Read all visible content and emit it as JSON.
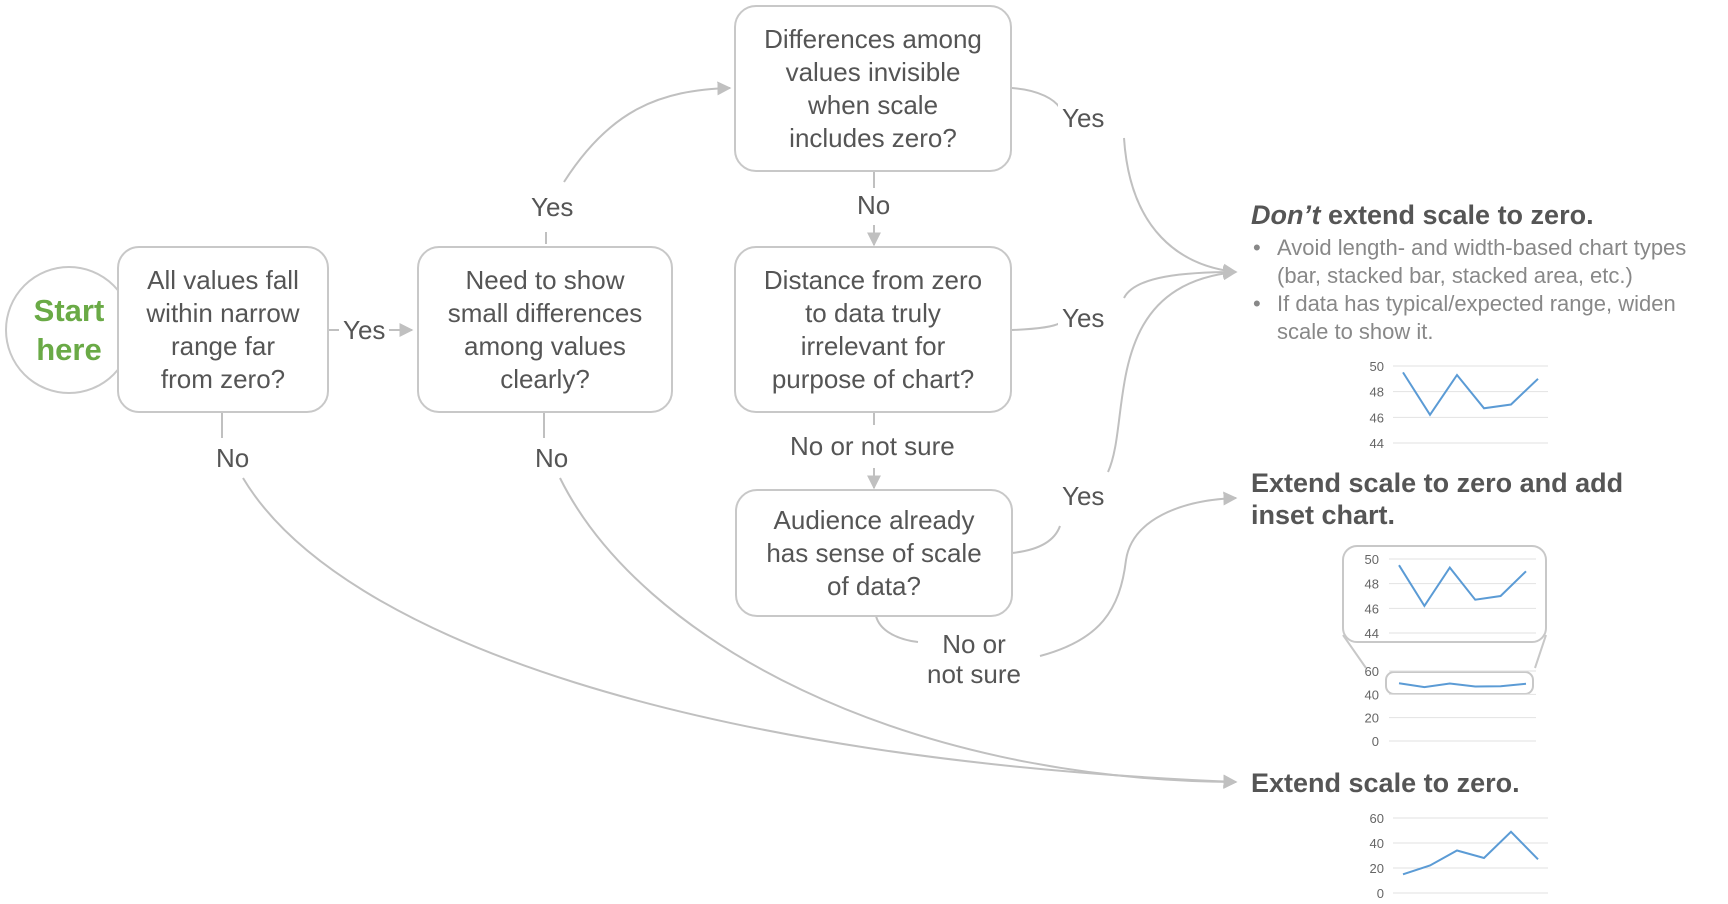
{
  "start": {
    "label": "Start\nhere"
  },
  "nodes": {
    "q1": "All values fall\nwithin narrow\nrange far\nfrom zero?",
    "q2": "Need to show\nsmall differences\namong values\nclearly?",
    "q3": "Differences among\nvalues invisible\nwhen scale\nincludes zero?",
    "q4": "Distance from zero\nto data truly\nirrelevant for\npurpose of chart?",
    "q5": "Audience already\nhas sense of scale\nof data?"
  },
  "edge_labels": {
    "q1_yes": "Yes",
    "q1_no": "No",
    "q2_yes": "Yes",
    "q2_no": "No",
    "q3_yes": "Yes",
    "q3_no": "No",
    "q4_yes": "Yes",
    "q4_no": "No or not sure",
    "q5_yes": "Yes",
    "q5_no": "No or\nnot sure"
  },
  "outcomes": {
    "dont_extend": {
      "title_emph": "Don’t",
      "title_rest": " extend scale to zero.",
      "bullets": [
        "Avoid length- and width-based chart types\n(bar, stacked bar, stacked area, etc.)",
        "If data has typical/expected range, widen\nscale to show it."
      ]
    },
    "extend_inset": {
      "title": "Extend scale to zero and add\ninset chart."
    },
    "extend": {
      "title": "Extend scale to zero."
    }
  },
  "colors": {
    "line": "#5b9bd5",
    "start": "#6aaa46",
    "arrow": "#c0c0c0",
    "box_border": "#c8c8c8",
    "text": "#555555",
    "bullet_text": "#888888"
  },
  "chart_data": [
    {
      "type": "line",
      "title": "",
      "xlabel": "",
      "ylabel": "",
      "ylim": [
        44,
        50
      ],
      "yticks": [
        "50",
        "48",
        "46",
        "44"
      ],
      "series": [
        {
          "values": [
            49.5,
            46.2,
            49.3,
            46.7,
            47.0,
            49.0
          ]
        }
      ]
    },
    {
      "type": "line",
      "title": "",
      "xlabel": "",
      "ylabel": "",
      "ylim": [
        44,
        50
      ],
      "yticks": [
        "50",
        "48",
        "46",
        "44"
      ],
      "series": [
        {
          "values": [
            49.5,
            46.2,
            49.3,
            46.7,
            47.0,
            49.0
          ]
        }
      ]
    },
    {
      "type": "line",
      "title": "",
      "xlabel": "",
      "ylabel": "",
      "ylim": [
        0,
        60
      ],
      "yticks": [
        "60",
        "40",
        "20",
        "0"
      ],
      "series": [
        {
          "values": [
            49.5,
            46.2,
            49.3,
            46.7,
            47.0,
            49.0
          ]
        }
      ]
    },
    {
      "type": "line",
      "title": "",
      "xlabel": "",
      "ylabel": "",
      "ylim": [
        0,
        60
      ],
      "yticks": [
        "60",
        "40",
        "20",
        "0"
      ],
      "series": [
        {
          "values": [
            15,
            22,
            34,
            28,
            49,
            27
          ]
        }
      ]
    }
  ]
}
